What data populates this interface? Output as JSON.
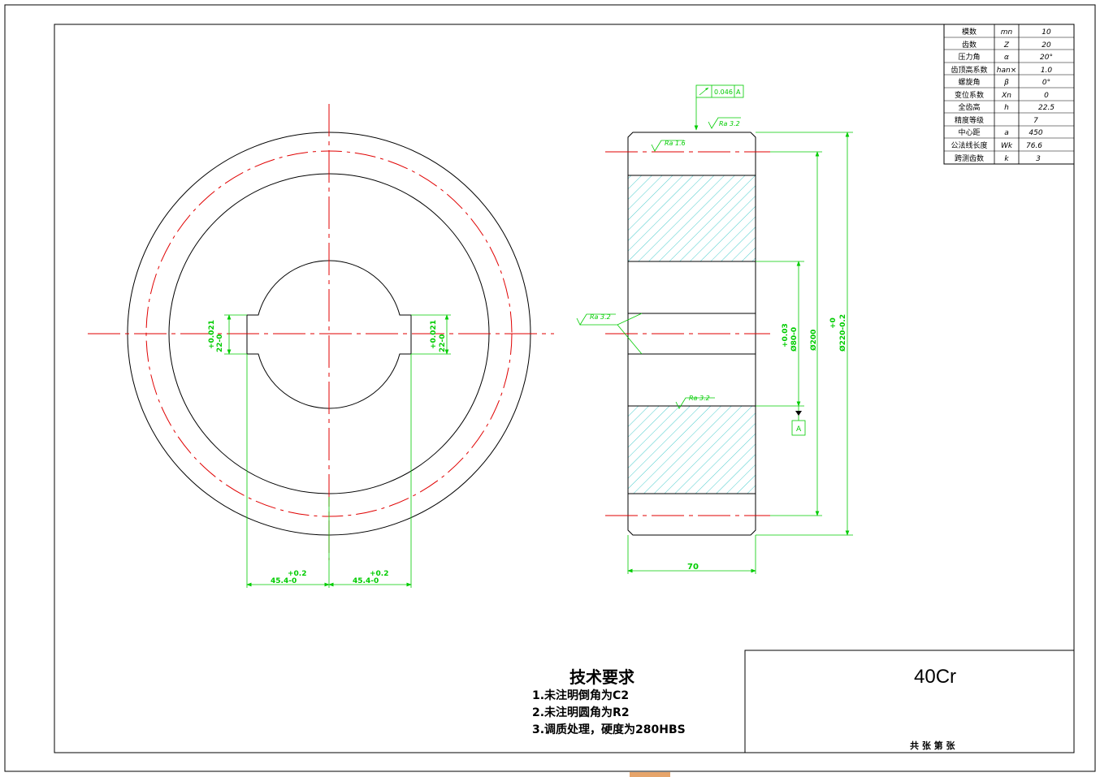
{
  "params_table": {
    "rows": [
      {
        "name": "模数",
        "symbol": "mn",
        "value": "10"
      },
      {
        "name": "齿数",
        "symbol": "Z",
        "value": "20"
      },
      {
        "name": "压力角",
        "symbol": "α",
        "value": "20°"
      },
      {
        "name": "齿顶高系数",
        "symbol": "han×",
        "value": "1.0"
      },
      {
        "name": "螺旋角",
        "symbol": "β",
        "value": "0°"
      },
      {
        "name": "变位系数",
        "symbol": "Xn",
        "value": "0"
      },
      {
        "name": "全齿高",
        "symbol": "h",
        "value": "22.5"
      },
      {
        "name": "精度等级",
        "symbol": "",
        "value": "7"
      },
      {
        "name": "中心距",
        "symbol": "a",
        "value": "450"
      },
      {
        "name": "公法线长度",
        "symbol": "Wk",
        "value": "76.6"
      },
      {
        "name": "跨测齿数",
        "symbol": "k",
        "value": "3"
      }
    ]
  },
  "front_view": {
    "keyway_width_left": {
      "tol": "+0.021",
      "base": "22-0"
    },
    "keyway_width_right": {
      "tol": "+0.021",
      "base": "22-0"
    },
    "keyway_depth_left": {
      "tol": "+0.2",
      "base": "45.4-0"
    },
    "keyway_depth_right": {
      "tol": "+0.2",
      "base": "45.4-0"
    }
  },
  "side_view": {
    "runout_tolerance": "0.046",
    "datum": "A",
    "datum_flag": "A",
    "ra_top": "Ra 3.2",
    "ra_rim": "Ra 1.6",
    "ra_left": "Ra 3.2",
    "ra_bore": "Ra 3.2",
    "bore_dim": {
      "tol": "+0.03",
      "base": "Ø80-0"
    },
    "dim_200": "Ø200",
    "tip_dim": {
      "tol": "+0",
      "base": "Ø220-0.2"
    },
    "width_dim": "70"
  },
  "tech_requirements": {
    "title": "技术要求",
    "items": [
      "1.未注明倒角为C2",
      "2.未注明圆角为R2",
      "3.调质处理，硬度为280HBS"
    ]
  },
  "title_block": {
    "material": "40Cr",
    "sheet_info": "共 张   第 张"
  },
  "colors": {
    "outline": "#000000",
    "centerline": "#e00000",
    "dimension": "#00cc00",
    "hatch": "#00b8b8"
  }
}
